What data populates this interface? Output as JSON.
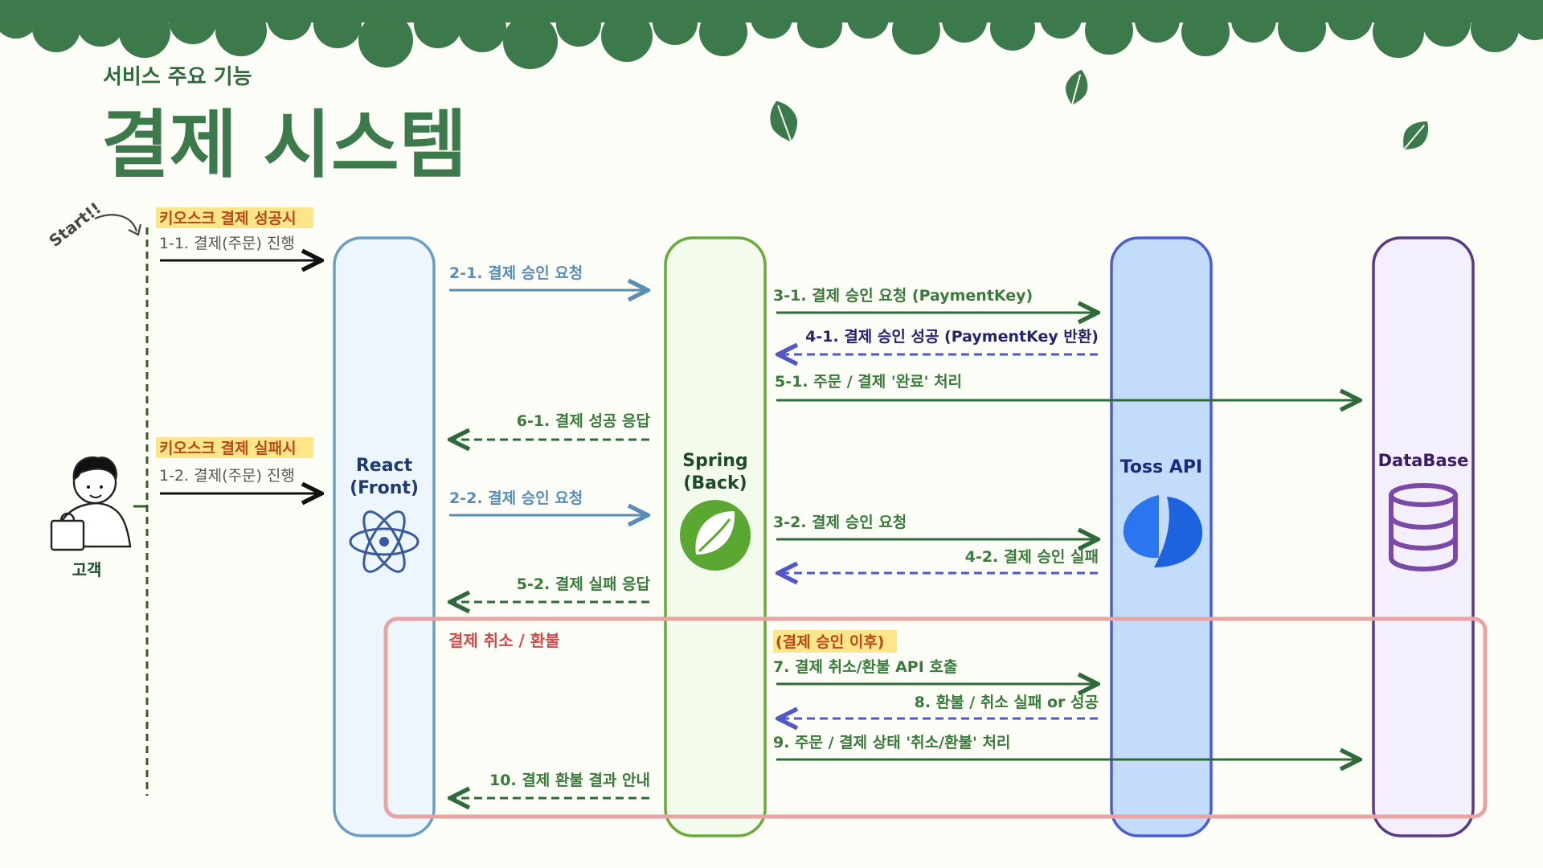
{
  "header": {
    "subtitle": "서비스 주요 기능",
    "title": "결제 시스템"
  },
  "start_label": "Start!!",
  "customer_label": "고객",
  "flows": {
    "success_tag": "키오스크 결제 성공시",
    "success_step": "1-1. 결제(주문) 진행",
    "fail_tag": "키오스크 결제 실패시",
    "fail_step": "1-2. 결제(주문) 진행"
  },
  "lanes": {
    "react": {
      "label1": "React",
      "label2": "(Front)",
      "icon": "react-atom-icon"
    },
    "spring": {
      "label1": "Spring",
      "label2": "(Back)",
      "icon": "spring-leaf-icon"
    },
    "toss": {
      "label1": "Toss API",
      "icon": "toss-logo-icon"
    },
    "db": {
      "label1": "DataBase",
      "icon": "database-icon"
    }
  },
  "messages": {
    "m2_1": "2-1. 결제 승인 요청",
    "m3_1": "3-1. 결제 승인 요청 (PaymentKey)",
    "m4_1": "4-1. 결제 승인 성공 (PaymentKey 반환)",
    "m5_1": "5-1. 주문 / 결제 '완료' 처리",
    "m6_1": "6-1. 결제 성공 응답",
    "m2_2": "2-2. 결제 승인 요청",
    "m3_2": "3-2. 결제 승인 요청",
    "m4_2": "4-2. 결제 승인 실패",
    "m5_2": "5-2. 결제 실패 응답"
  },
  "refund": {
    "title": "결제 취소 / 환불",
    "tag": "(결제 승인 이후)",
    "m7": "7. 결제 취소/환불 API 호출",
    "m8": "8. 환불 / 취소 실패 or 성공",
    "m9": "9. 주문 / 결제 상태 '취소/환불' 처리",
    "m10": "10. 결제 환불 결과 안내"
  },
  "colors": {
    "canopy": "#3c7a4c",
    "title_green": "#3c7a4c",
    "react_lane": "#6a9ec6",
    "spring_lane": "#6aaa3a",
    "toss_lane": "#4a5ed0",
    "db_lane": "#5a3a86",
    "refund_box": "#e8a3a3",
    "highlight": "#fde68a",
    "msg_blue": "#5a8db3",
    "msg_green": "#3a7a3a",
    "msg_dashed_blue": "#5058c8",
    "refund_text": "#d04a4a"
  }
}
